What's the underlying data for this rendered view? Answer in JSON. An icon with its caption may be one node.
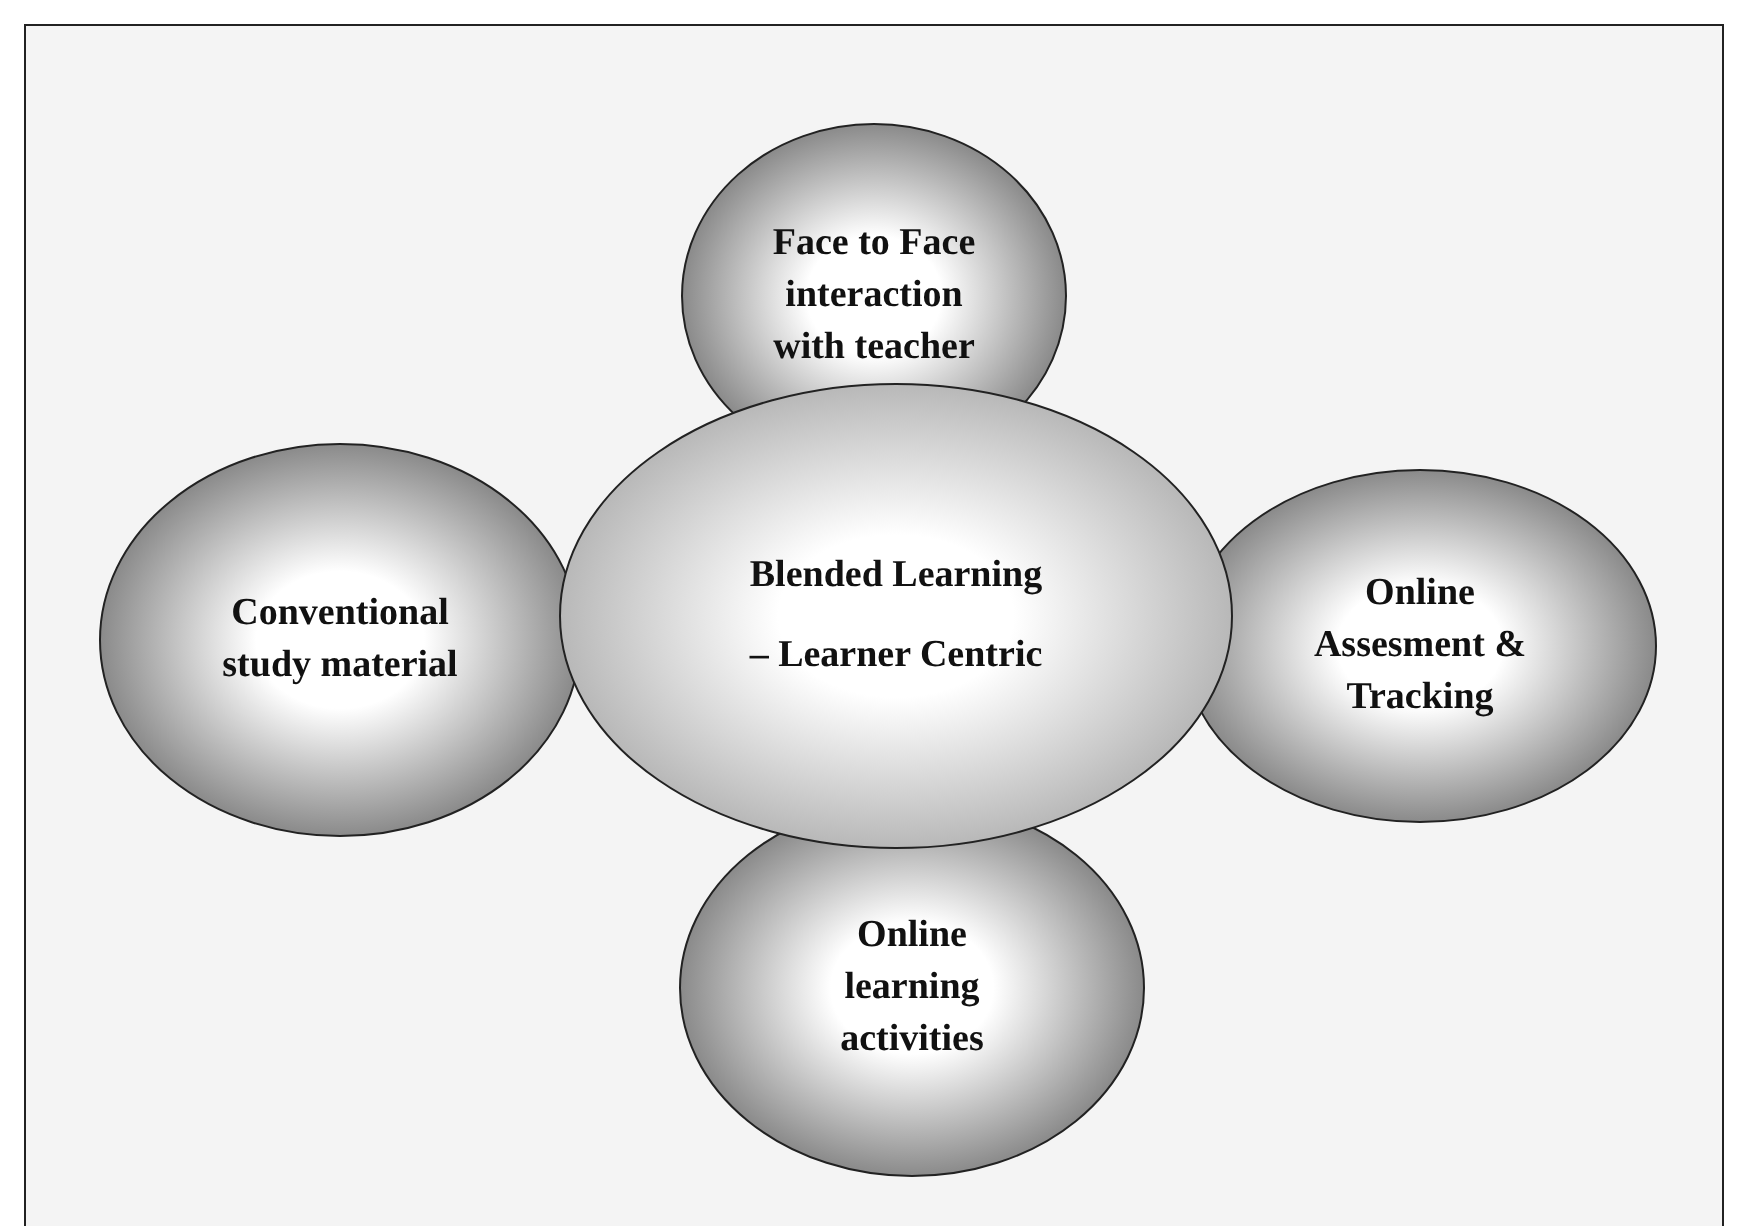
{
  "diagram": {
    "nodes": [
      {
        "text": [
          "Face to Face interaction with teacher"
        ]
      },
      {
        "text": [
          "Conventional study material"
        ]
      },
      {
        "text": [
          "Blended Learning",
          "– Learner Centric"
        ]
      },
      {
        "text": [
          "Online Assesment & Tracking"
        ]
      },
      {
        "text": [
          "Online learning activities"
        ]
      }
    ],
    "edges": []
  }
}
